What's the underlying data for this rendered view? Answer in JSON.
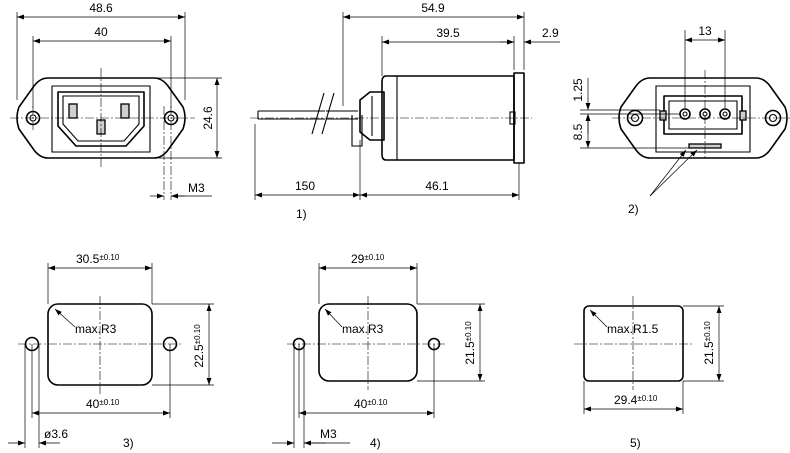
{
  "view_a": {
    "w_overall": "48.6",
    "w_holes": "40",
    "h_body": "24.6",
    "thread": "M3"
  },
  "view_b": {
    "len_total": "54.9",
    "len_body": "39.5",
    "flange": "2.9",
    "wire": "150",
    "depth": "46.1",
    "note": "1)"
  },
  "view_c": {
    "pin_pitch": "13",
    "pin_offset": "1.25",
    "pin_height": "8.5",
    "note": "2)"
  },
  "cutout_3": {
    "width": "30.5",
    "tol_w": "±0.10",
    "height": "22.5",
    "tol_h": "±0.10",
    "radius": "max.R3",
    "holes": "40",
    "tol_holes": "±0.10",
    "hole_dia": "ø3.6",
    "note": "3)"
  },
  "cutout_4": {
    "width": "29",
    "tol_w": "±0.10",
    "height": "21.5",
    "tol_h": "±0.10",
    "radius": "max.R3",
    "holes": "40",
    "tol_holes": "±0.10",
    "thread": "M3",
    "note": "4)"
  },
  "cutout_5": {
    "height": "21.5",
    "tol_h": "±0.10",
    "radius": "max.R1.5",
    "width": "29.4",
    "tol_w": "±0.10",
    "note": "5)"
  }
}
